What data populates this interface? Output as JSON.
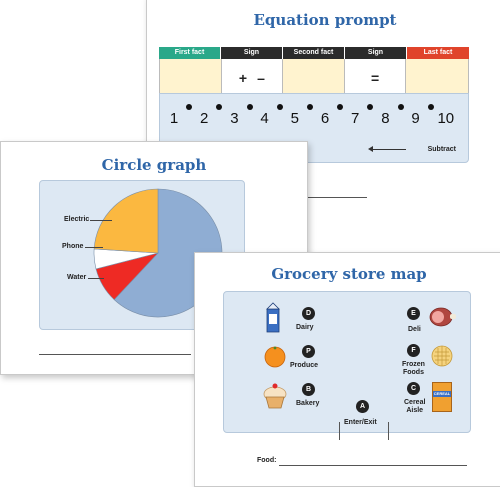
{
  "equation": {
    "title": "Equation prompt",
    "headers": [
      {
        "label": "First fact",
        "color": "#2aa889"
      },
      {
        "label": "Sign",
        "color": "#2b2b2b"
      },
      {
        "label": "Second fact",
        "color": "#2b2b2b"
      },
      {
        "label": "Sign",
        "color": "#2b2b2b"
      },
      {
        "label": "Last fact",
        "color": "#e0442b"
      }
    ],
    "plus": "+",
    "minus": "–",
    "equals": "=",
    "numbers": [
      "1",
      "2",
      "3",
      "4",
      "5",
      "6",
      "7",
      "8",
      "9",
      "10"
    ],
    "subtract_label": "Subtract"
  },
  "circle": {
    "title": "Circle graph",
    "labels": {
      "electric": "Electric",
      "phone": "Phone",
      "water": "Water"
    },
    "colors": {
      "other": "#8fadd3",
      "electric": "#fbb840",
      "phone": "#ffffff",
      "water": "#ee2a24"
    }
  },
  "chart_data": {
    "type": "pie",
    "title": "Circle graph",
    "slices": [
      {
        "label": "",
        "value": 62
      },
      {
        "label": "Electric",
        "value": 24
      },
      {
        "label": "Phone",
        "value": 5
      },
      {
        "label": "Water",
        "value": 9
      }
    ]
  },
  "grocery": {
    "title": "Grocery store map",
    "aisles": {
      "dairy": {
        "letter": "D",
        "label": "Dairy"
      },
      "produce": {
        "letter": "P",
        "label": "Produce"
      },
      "bakery": {
        "letter": "B",
        "label": "Bakery"
      },
      "deli": {
        "letter": "E",
        "label": "Deli"
      },
      "frozen": {
        "letter": "F",
        "label": "Frozen\nFoods"
      },
      "cereal": {
        "letter": "C",
        "label": "Cereal\nAisle"
      },
      "entrance": {
        "letter": "A",
        "label": "Enter/Exit"
      }
    },
    "cereal_box_text": "CEREAL",
    "food_label": "Food:"
  }
}
